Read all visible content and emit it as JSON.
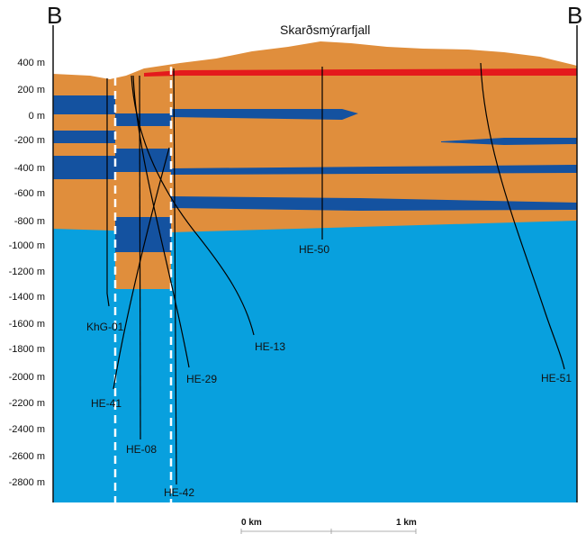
{
  "section": {
    "end_left": "B",
    "end_right": "B",
    "mountain": "Skarðsmýrarfjall"
  },
  "depth_axis": [
    "400 m",
    "200 m",
    "0 m",
    "-200 m",
    "-400 m",
    "-600 m",
    "-800 m",
    "-1000 m",
    "-1200 m",
    "-1400 m",
    "-1600 m",
    "-1800 m",
    "-2000 m",
    "-2200 m",
    "-2400 m",
    "-2600 m",
    "-2800 m"
  ],
  "wells": {
    "khg01": "KhG-01",
    "he41": "HE-41",
    "he08": "HE-08",
    "he42": "HE-42",
    "he29": "HE-29",
    "he13": "HE-13",
    "he50": "HE-50",
    "he51": "HE-51"
  },
  "scale_bar": {
    "start": "0 km",
    "end": "1 km"
  },
  "colors": {
    "upper_unit": "#E08E3C",
    "lower_unit": "#08A0DE",
    "intrusion": "#1452A0",
    "surface_layer": "#E41A1C",
    "fault": "#FFFFFF",
    "well_trace": "#000000"
  }
}
